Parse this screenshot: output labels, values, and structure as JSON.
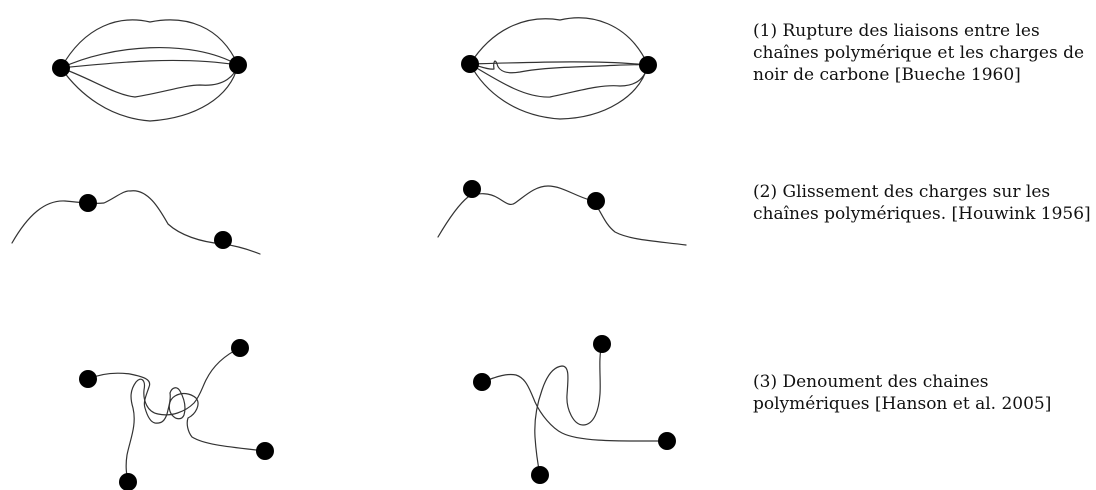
{
  "mechanisms": [
    {
      "id": "rupture",
      "caption_lines": [
        "(1) Rupture des liaisons entre les",
        "chaînes polymérique et les charges de",
        "noir de carbone [Bueche 1960]"
      ]
    },
    {
      "id": "glissement",
      "caption_lines": [
        "(2) Glissement des charges sur les",
        "chaînes polymériques. [Houwink 1956]"
      ]
    },
    {
      "id": "denouement",
      "caption_lines": [
        "(3) Denoument des chaines",
        "polymériques [Hanson et al. 2005]"
      ]
    }
  ]
}
